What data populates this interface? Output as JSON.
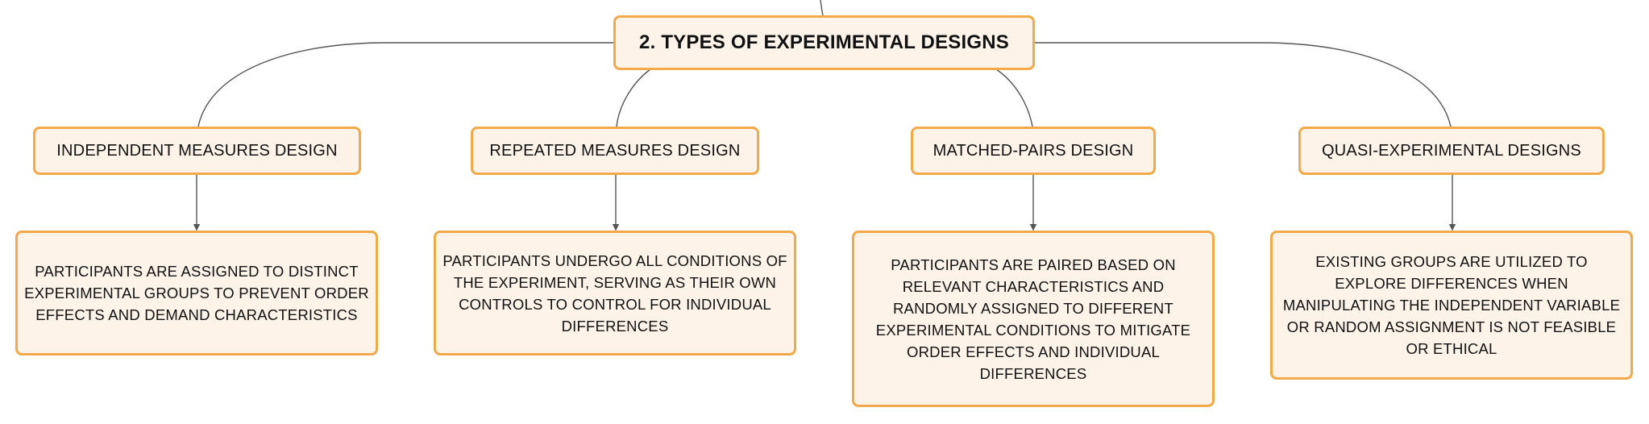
{
  "diagram": {
    "root": {
      "label": "2. TYPES OF EXPERIMENTAL DESIGNS"
    },
    "branches": [
      {
        "label": "INDEPENDENT MEASURES DESIGN",
        "description": "PARTICIPANTS ARE ASSIGNED TO DISTINCT EXPERIMENTAL GROUPS TO PREVENT ORDER EFFECTS AND DEMAND CHARACTERISTICS"
      },
      {
        "label": "REPEATED MEASURES DESIGN",
        "description": "PARTICIPANTS UNDERGO ALL CONDITIONS OF THE EXPERIMENT, SERVING AS THEIR OWN CONTROLS TO CONTROL FOR INDIVIDUAL DIFFERENCES"
      },
      {
        "label": "MATCHED-PAIRS DESIGN",
        "description": "PARTICIPANTS ARE PAIRED BASED ON RELEVANT CHARACTERISTICS AND RANDOMLY ASSIGNED TO DIFFERENT EXPERIMENTAL CONDITIONS TO MITIGATE ORDER EFFECTS AND INDIVIDUAL DIFFERENCES"
      },
      {
        "label": "QUASI-EXPERIMENTAL DESIGNS",
        "description": "EXISTING GROUPS ARE UTILIZED TO EXPLORE DIFFERENCES WHEN MANIPULATING THE INDEPENDENT VARIABLE OR RANDOM ASSIGNMENT IS NOT FEASIBLE OR ETHICAL"
      }
    ]
  },
  "colors": {
    "node_fill": "#fdf3e9",
    "node_border": "#f2a94a",
    "connector": "#555555",
    "text": "#111111"
  }
}
